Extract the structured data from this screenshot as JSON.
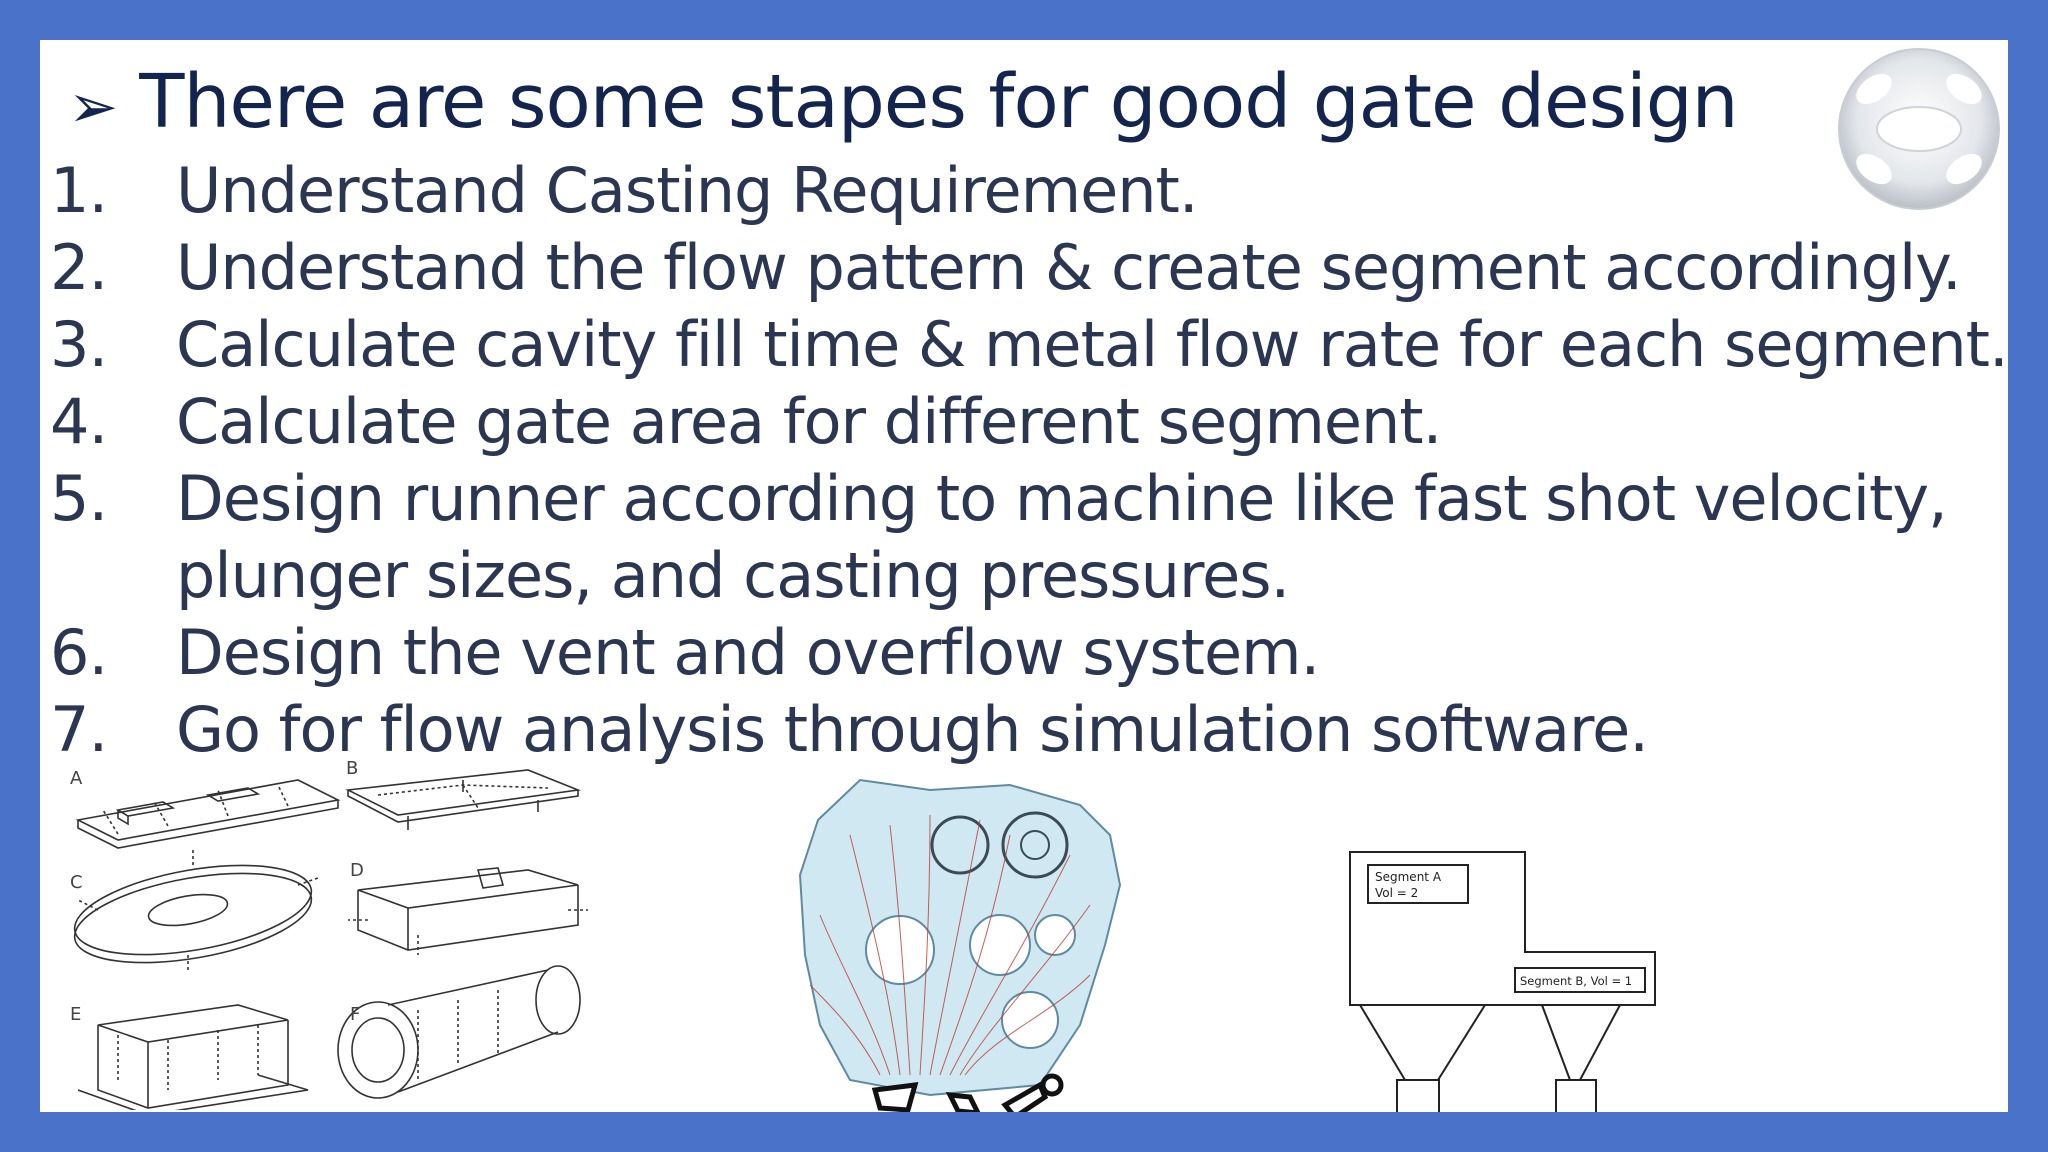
{
  "slide": {
    "title_bullet": "➢",
    "title": "There are some stapes for good gate design",
    "steps": [
      {
        "num": "1.",
        "text": "Understand Casting Requirement."
      },
      {
        "num": "2.",
        "text": "Understand the flow pattern & create segment accordingly."
      },
      {
        "num": "3.",
        "text": "Calculate cavity fill time & metal flow rate for each segment."
      },
      {
        "num": "4.",
        "text": "Calculate gate area for different segment."
      },
      {
        "num": "5.",
        "text": "Design runner according to machine like fast shot velocity,",
        "cont": "plunger sizes, and casting pressures."
      },
      {
        "num": "6.",
        "text": "Design the vent and overflow system."
      },
      {
        "num": "7.",
        "text": "Go for flow analysis through simulation software."
      }
    ]
  },
  "figures": {
    "flow_patterns": {
      "labels": [
        "A",
        "B",
        "C",
        "D",
        "E",
        "F"
      ]
    },
    "segment_diagram": {
      "segment_a_line1": "Segment A",
      "segment_a_line2": "Vol = 2",
      "segment_b": "Segment B, Vol = 1"
    }
  },
  "colors": {
    "frame": "#4a72c8",
    "title": "#13254f",
    "body_text": "#2a3652",
    "casting_fill": "#cfe8f2",
    "flow_lines": "#c0392b"
  }
}
